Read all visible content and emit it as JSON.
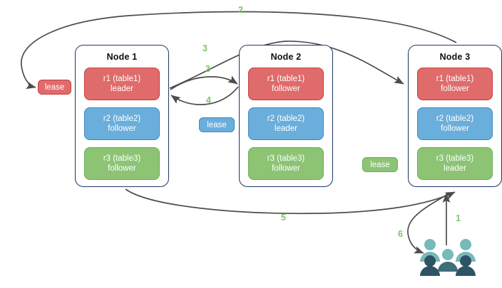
{
  "diagram": {
    "title": "Multi-Raft lease and request routing diagram",
    "colors": {
      "replica_red_fill": "#e06b6b",
      "replica_red_border": "#c63c3c",
      "replica_blue_fill": "#6aaedb",
      "replica_blue_border": "#3c87c4",
      "replica_green_fill": "#8cc474",
      "replica_green_border": "#6bad56",
      "node_border": "#1f3864",
      "arrow": "#4d4d4d",
      "step_number": "#7fc26b",
      "users_light": "#78b9bb",
      "users_dark": "#2d5365"
    },
    "nodes": [
      {
        "name": "node-1",
        "title": "Node 1",
        "replicas": [
          {
            "color": "red",
            "line1": "r1 (table1)",
            "line2": "leader"
          },
          {
            "color": "blue",
            "line1": "r2 (table2)",
            "line2": "follower"
          },
          {
            "color": "green",
            "line1": "r3 (table3)",
            "line2": "follower"
          }
        ]
      },
      {
        "name": "node-2",
        "title": "Node 2",
        "replicas": [
          {
            "color": "red",
            "line1": "r1 (table1)",
            "line2": "follower"
          },
          {
            "color": "blue",
            "line1": "r2 (table2)",
            "line2": "leader"
          },
          {
            "color": "green",
            "line1": "r3 (table3)",
            "line2": "follower"
          }
        ]
      },
      {
        "name": "node-3",
        "title": "Node 3",
        "replicas": [
          {
            "color": "red",
            "line1": "r1 (table1)",
            "line2": "follower"
          },
          {
            "color": "blue",
            "line1": "r2 (table2)",
            "line2": "follower"
          },
          {
            "color": "green",
            "line1": "r3 (table3)",
            "line2": "leader"
          }
        ]
      }
    ],
    "leases": [
      {
        "name": "lease-badge-r1",
        "label": "lease",
        "color": "red"
      },
      {
        "name": "lease-badge-r2",
        "label": "lease",
        "color": "blue"
      },
      {
        "name": "lease-badge-r3",
        "label": "lease",
        "color": "green"
      }
    ],
    "steps": [
      {
        "id": "step-1",
        "label": "1"
      },
      {
        "id": "step-2",
        "label": "2"
      },
      {
        "id": "step-3a",
        "label": "3"
      },
      {
        "id": "step-3b",
        "label": "3"
      },
      {
        "id": "step-4",
        "label": "4"
      },
      {
        "id": "step-5",
        "label": "5"
      },
      {
        "id": "step-6",
        "label": "6"
      }
    ],
    "actors": {
      "users_icon": "users-icon"
    }
  }
}
